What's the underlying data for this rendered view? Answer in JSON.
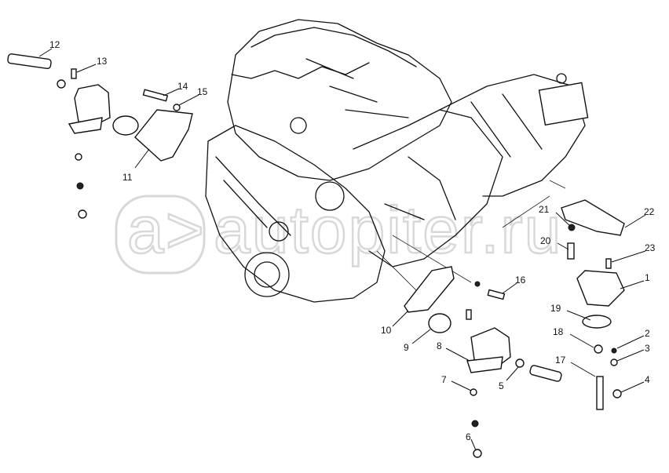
{
  "watermark": {
    "text": "autopiter.ru",
    "logo_text": "a>"
  },
  "callouts": [
    {
      "id": "1",
      "label": "1"
    },
    {
      "id": "2",
      "label": "2"
    },
    {
      "id": "3",
      "label": "3"
    },
    {
      "id": "4",
      "label": "4"
    },
    {
      "id": "5",
      "label": "5"
    },
    {
      "id": "6",
      "label": "6"
    },
    {
      "id": "7",
      "label": "7"
    },
    {
      "id": "8",
      "label": "8"
    },
    {
      "id": "9",
      "label": "9"
    },
    {
      "id": "10",
      "label": "10"
    },
    {
      "id": "11",
      "label": "11"
    },
    {
      "id": "12",
      "label": "12"
    },
    {
      "id": "13",
      "label": "13"
    },
    {
      "id": "14",
      "label": "14"
    },
    {
      "id": "15",
      "label": "15"
    },
    {
      "id": "16",
      "label": "16"
    },
    {
      "id": "17",
      "label": "17"
    },
    {
      "id": "18",
      "label": "18"
    },
    {
      "id": "19",
      "label": "19"
    },
    {
      "id": "20",
      "label": "20"
    },
    {
      "id": "21",
      "label": "21"
    },
    {
      "id": "22",
      "label": "22"
    },
    {
      "id": "23",
      "label": "23"
    }
  ]
}
